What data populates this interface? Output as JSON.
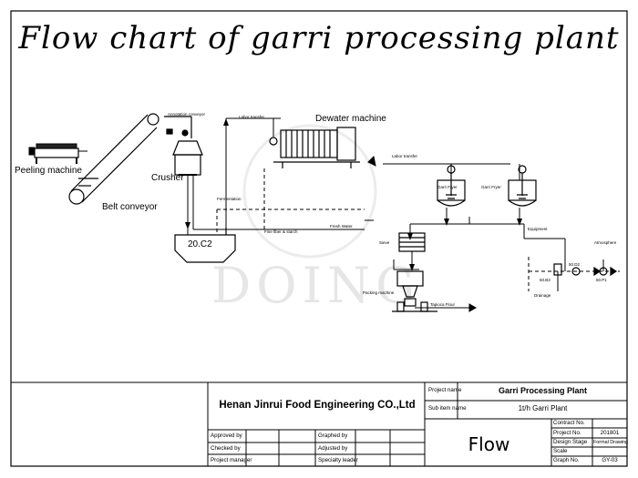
{
  "title": "Flow chart of garri processing plant",
  "watermark": "DOING",
  "equipment": {
    "peeling_machine": "Peeling machine",
    "belt_conveyor": "Belt conveyor",
    "crusher": "Crusher",
    "dewater_machine": "Dewater machine",
    "garri_fryer_1": "Garri Fryer",
    "garri_fryer_2": "Garri Fryer",
    "sieve": "Sieve",
    "packing_machine": "Packing machine",
    "tank_20c2": "20.C2",
    "tapioca_flour": "Tapioca Flour",
    "atmosphere": "Atmosphere",
    "drainage": "Drainage",
    "equipment": "Equipment",
    "labor_transfer_1": "Labor transfer",
    "labor_transfer_2": "Labor transfer",
    "fermentation": "Fermentation",
    "fine_fiber": "Fine fiber & starch",
    "fresh_water": "Fresh Water",
    "tag_50b3": "50.B3",
    "tag_50p1": "50.P1",
    "tag_50d2": "50.D2"
  },
  "title_block": {
    "company": "Henan Jinrui Food Engineering CO.,Ltd",
    "project_name_label": "Project name",
    "project_name": "Garri Processing Plant",
    "sub_item_label": "Sub item name",
    "sub_item": "1t/h Garri Plant",
    "drawing_name": "Flow",
    "approved_by": "Approved by",
    "checked_by": "Checked by",
    "project_manager": "Project manager",
    "graphed_by": "Graphed by",
    "adjusted_by": "Adjusted by",
    "specialty_leader": "Specialty leader",
    "contract_no_label": "Contract No.",
    "contract_no": "",
    "project_no_label": "Project No.",
    "project_no": "201801",
    "design_stage_label": "Design Stage",
    "design_stage": "Formal Drawing",
    "scale_label": "Scale",
    "scale": "",
    "graph_no_label": "Graph No.",
    "graph_no": "GY-03"
  }
}
